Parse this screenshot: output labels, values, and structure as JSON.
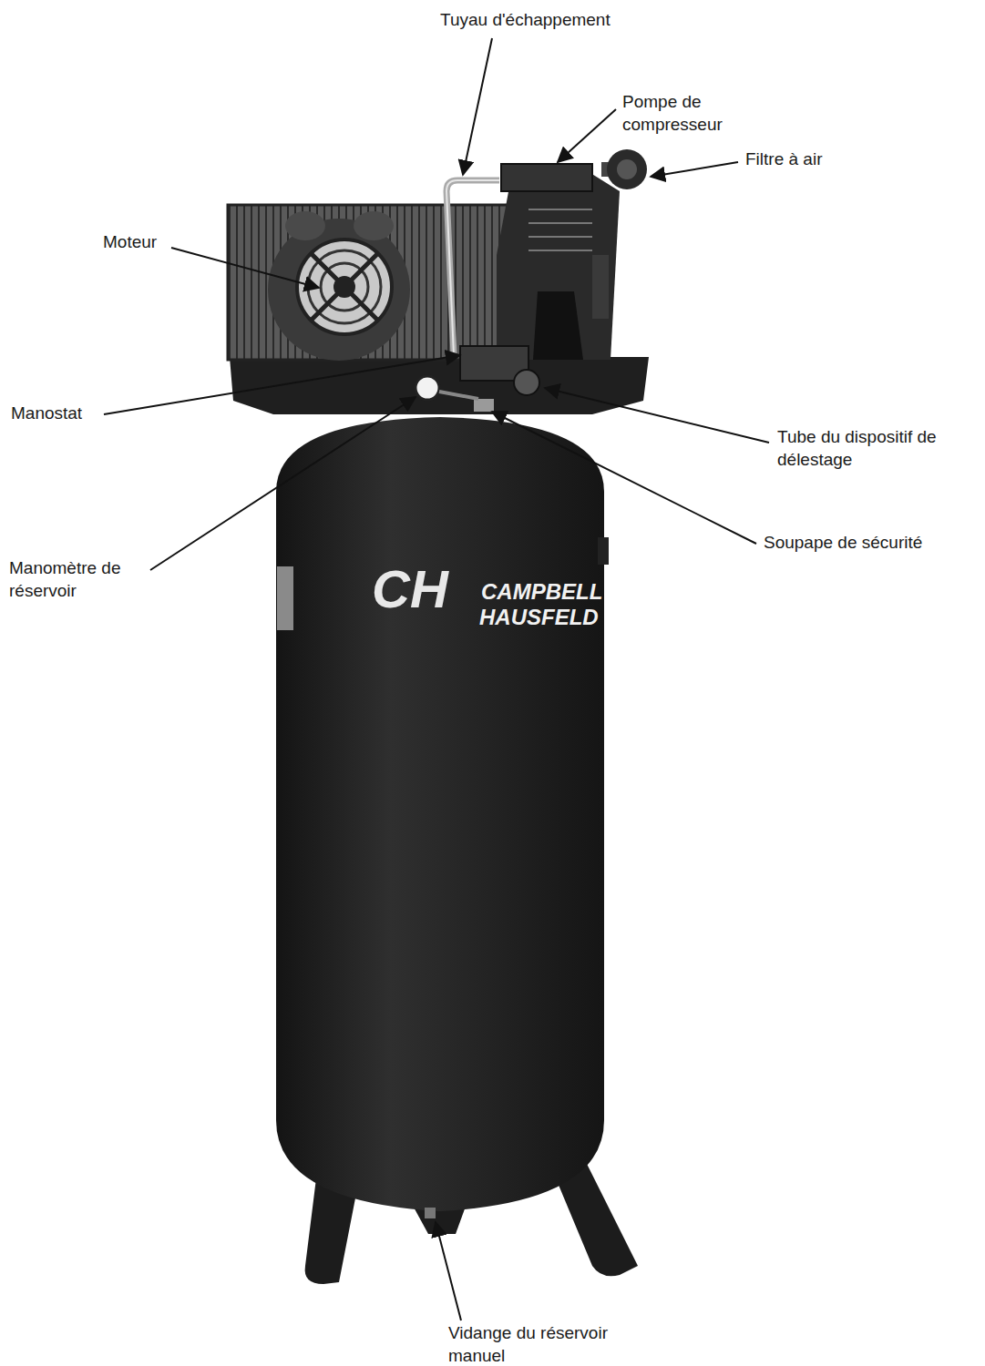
{
  "diagram": {
    "labels": [
      "Tuyau d'échappement",
      "Pompe de compresseur",
      "Filtre à air",
      "Moteur",
      "Manostat",
      "Tube du dispositif de délestage",
      "Soupape de sécurité",
      "Manomètre de réservoir",
      "CH",
      "CAMPBELL",
      "HAUSFELD",
      "Vidange du réservoir manuel"
    ]
  }
}
